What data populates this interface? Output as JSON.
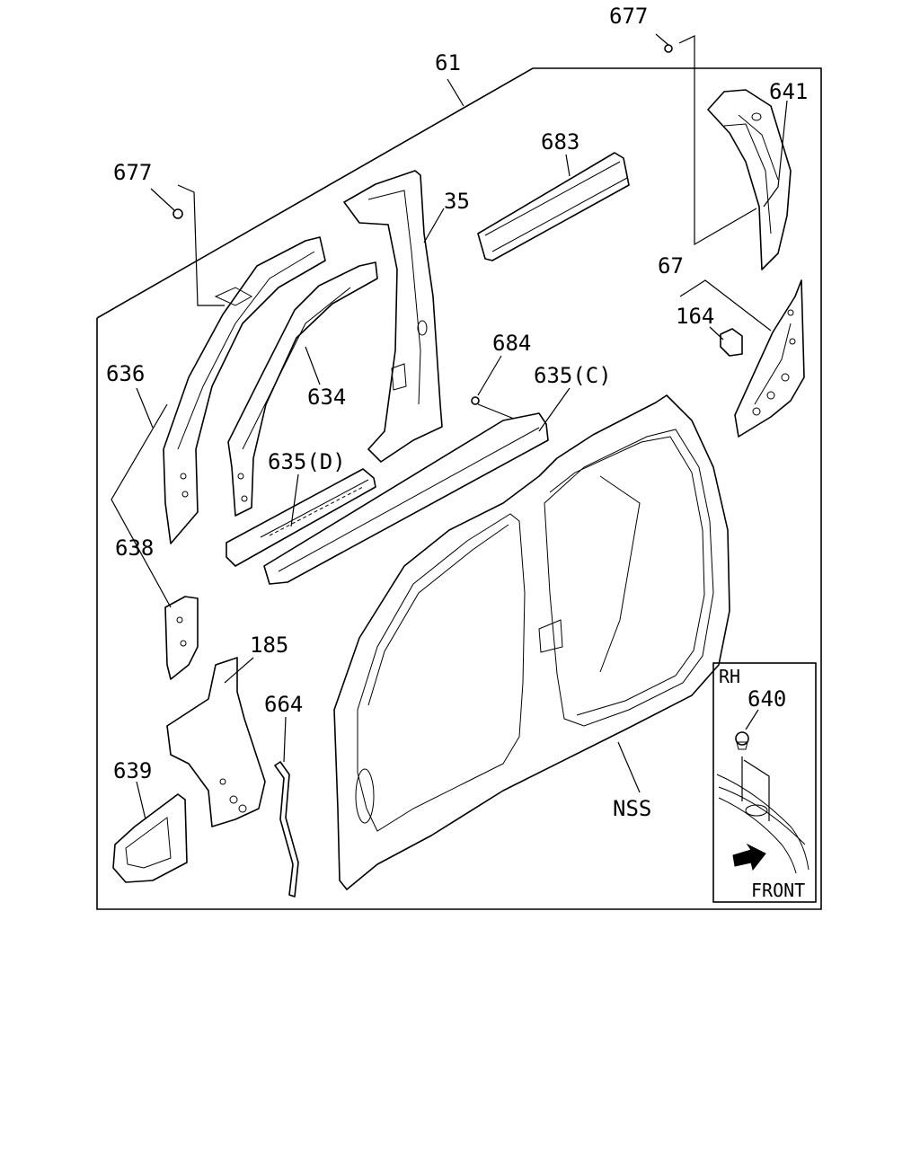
{
  "labels": {
    "l61": "61",
    "l677a": "677",
    "l677b": "677",
    "l641": "641",
    "l683": "683",
    "l35": "35",
    "l67": "67",
    "l164": "164",
    "l636": "636",
    "l634": "634",
    "l684": "684",
    "l635c": "635(C)",
    "l635d": "635(D)",
    "l638": "638",
    "l185": "185",
    "l664": "664",
    "l639": "639",
    "lnss": "NSS",
    "l640": "640"
  },
  "inset": {
    "side": "RH",
    "direction": "FRONT"
  },
  "icons": {
    "arrow": "front-arrow-icon"
  }
}
